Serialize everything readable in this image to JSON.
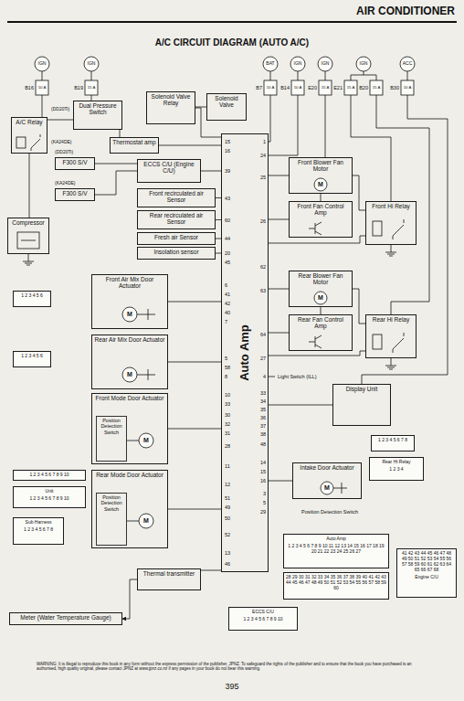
{
  "diagram": {
    "title": "AIR CONDITIONER",
    "nodes": [
      {
        "text": [
          "Auto Amp"
        ]
      },
      {
        "text": [
          "A/C Relay"
        ]
      },
      {
        "text": [
          "Dual Pressure Switch"
        ]
      },
      {
        "text": [
          "Solenoid Valve Relay"
        ]
      },
      {
        "text": [
          "Solenoid Valve"
        ]
      },
      {
        "text": [
          "Thermostat amp"
        ]
      },
      {
        "text": [
          "ECCS C/U (Engine C/U)"
        ]
      },
      {
        "text": [
          "F300 S/V"
        ]
      },
      {
        "text": [
          "F300 S/V"
        ]
      },
      {
        "text": [
          "Compressor"
        ]
      },
      {
        "text": [
          "Front recirculated air Sensor"
        ]
      },
      {
        "text": [
          "Rear recirculated air Sensor"
        ]
      },
      {
        "text": [
          "Fresh air Sensor"
        ]
      },
      {
        "text": [
          "Insolation sensor"
        ]
      },
      {
        "text": [
          "Front Air Mix Door Actuator"
        ]
      },
      {
        "text": [
          "Rear Air Mix Door Actuator"
        ]
      },
      {
        "text": [
          "Front Mode Door Actuator"
        ]
      },
      {
        "text": [
          "Position Detection Switch"
        ],
        "in": 16
      },
      {
        "text": [
          "Rear Mode Door Actuator"
        ]
      },
      {
        "text": [
          "Position Detection Switch"
        ],
        "in": 18
      },
      {
        "text": [
          "Thermal transmitter"
        ]
      },
      {
        "text": [
          "Meter (Water Temperature Gauge)"
        ]
      },
      {
        "text": [
          "Front Blower Fan Motor"
        ]
      },
      {
        "text": [
          "Front Fan Control Amp"
        ]
      },
      {
        "text": [
          "Front Hi Relay"
        ]
      },
      {
        "text": [
          "Rear Blower Fan Motor"
        ]
      },
      {
        "text": [
          "Rear Fan Control Amp"
        ]
      },
      {
        "text": [
          "Rear Hi Relay"
        ]
      },
      {
        "text": [
          "Display Unit"
        ]
      },
      {
        "text": [
          "Intake Door Actuator"
        ]
      },
      {
        "text": [
          "Auto Amp",
          "1 2 3 4 5 6 7 8 9 10 11 12 13 14 15 16 17 18 19 20 21 22 23 24 25 26 27"
        ]
      },
      {
        "text": [
          "28 29 30 31 32 33 34 35 36 37 38 39 40 41 42 43 44 45 46 47 48 49 50 51 52 53 54 55 56 57 58 59 60"
        ]
      },
      {
        "text": [
          "41 42 43 44 45 46 47 48 49 50 51 52 53 54 55 56 57 58 59 60 61 62 63 64 65 66 67 68",
          "Engine C/U"
        ]
      },
      {
        "text": [
          "ECCS C/U",
          "1 2 3 4 5 6 7 8 9 10"
        ]
      },
      {
        "text": [
          "1 2 3 4 5 6 7 8"
        ]
      },
      {
        "text": [
          "Rear Hi Relay",
          "1 2 3 4"
        ]
      },
      {
        "text": [
          "1 2 3 4 5 6"
        ]
      },
      {
        "text": [
          "1 2 3 4 5 6"
        ]
      },
      {
        "text": [
          "1 2 3 4 5 6 7 8 9 10"
        ]
      },
      {
        "text": [
          "Unit",
          "1 2 3 4 5 6 7 8 9 10"
        ]
      },
      {
        "text": [
          "Sub Harness",
          "1 2 3 4 5 6 7 8"
        ]
      }
    ],
    "edges": [
      {
        "from": 1,
        "to": 2,
        "arrow": "none"
      },
      {
        "from": 2,
        "to": 5,
        "arrow": "none"
      },
      {
        "from": 5,
        "to": 0,
        "arrow": "none"
      },
      {
        "from": 3,
        "to": 0,
        "arrow": "none"
      },
      {
        "from": 3,
        "to": 4,
        "arrow": "none"
      },
      {
        "from": 6,
        "to": 0,
        "arrow": "none"
      },
      {
        "from": 7,
        "to": 6,
        "arrow": "none"
      },
      {
        "from": 8,
        "to": 6,
        "arrow": "none"
      },
      {
        "from": 1,
        "to": 9,
        "arrow": "none"
      },
      {
        "from": 10,
        "to": 0,
        "arrow": "none"
      },
      {
        "from": 11,
        "to": 0,
        "arrow": "none"
      },
      {
        "from": 12,
        "to": 0,
        "arrow": "none"
      },
      {
        "from": 13,
        "to": 0,
        "arrow": "none"
      },
      {
        "from": 14,
        "to": 0,
        "arrow": "none"
      },
      {
        "from": 15,
        "to": 0,
        "arrow": "none"
      },
      {
        "from": 16,
        "to": 0,
        "arrow": "none"
      },
      {
        "from": 18,
        "to": 0,
        "arrow": "none"
      },
      {
        "from": 20,
        "to": 0,
        "arrow": "none"
      },
      {
        "from": 20,
        "to": 21,
        "arrow": "to"
      },
      {
        "from": 0,
        "to": 22,
        "arrow": "none"
      },
      {
        "from": 0,
        "to": 23,
        "arrow": "none"
      },
      {
        "from": 0,
        "to": 24,
        "arrow": "none"
      },
      {
        "from": 22,
        "to": 23,
        "arrow": "none"
      },
      {
        "from": 22,
        "to": 24,
        "arrow": "none"
      },
      {
        "from": 0,
        "to": 25,
        "arrow": "none"
      },
      {
        "from": 0,
        "to": 26,
        "arrow": "none"
      },
      {
        "from": 0,
        "to": 27,
        "arrow": "none"
      },
      {
        "from": 25,
        "to": 26,
        "arrow": "none"
      },
      {
        "from": 25,
        "to": 27,
        "arrow": "none"
      },
      {
        "from": 0,
        "to": 28,
        "arrow": "none"
      },
      {
        "from": 0,
        "to": 29,
        "arrow": "none"
      }
    ],
    "labels": [
      "A/C CIRCUIT DIAGRAM (AUTO A/C)",
      "395",
      "WARNING: It is illegal to reproduce this book in any form without the express permission of the publisher, JPNZ. To safeguard the rights of the publisher and to ensure that the book you have purchased is an authorised, high quality original, please contact JPNZ at www.jpnz.co.nz if any pages in your book do not bear this warning.",
      "IGN",
      "IGN",
      "BAT",
      "IGN",
      "IGN",
      "IGN",
      "ACC",
      "B16",
      "B19",
      "B7",
      "B14",
      "E20",
      "E21",
      "B20",
      "B30",
      "10 A",
      "15 A",
      "10 A",
      "10 A",
      "15 A",
      "15 A",
      "15 A",
      "10 A",
      "15",
      "16",
      "39",
      "43",
      "60",
      "44",
      "20",
      "45",
      "6",
      "41",
      "42",
      "40",
      "7",
      "5",
      "58",
      "8",
      "10",
      "33",
      "30",
      "32",
      "31",
      "28",
      "11",
      "12",
      "51",
      "49",
      "50",
      "52",
      "13",
      "46",
      "1",
      "24",
      "25",
      "26",
      "62",
      "63",
      "64",
      "27",
      "4",
      "33",
      "34",
      "35",
      "36",
      "37",
      "38",
      "48",
      "14",
      "15",
      "16",
      "3",
      "5",
      "29",
      "Light Switch (ILL)",
      "(DD20Ti)",
      "(KA24DE)",
      "(DD20Ti)",
      "(KA24DE)",
      "Position Detection Switch",
      "M",
      "M",
      "M",
      "M",
      "M",
      "M",
      "M"
    ]
  }
}
